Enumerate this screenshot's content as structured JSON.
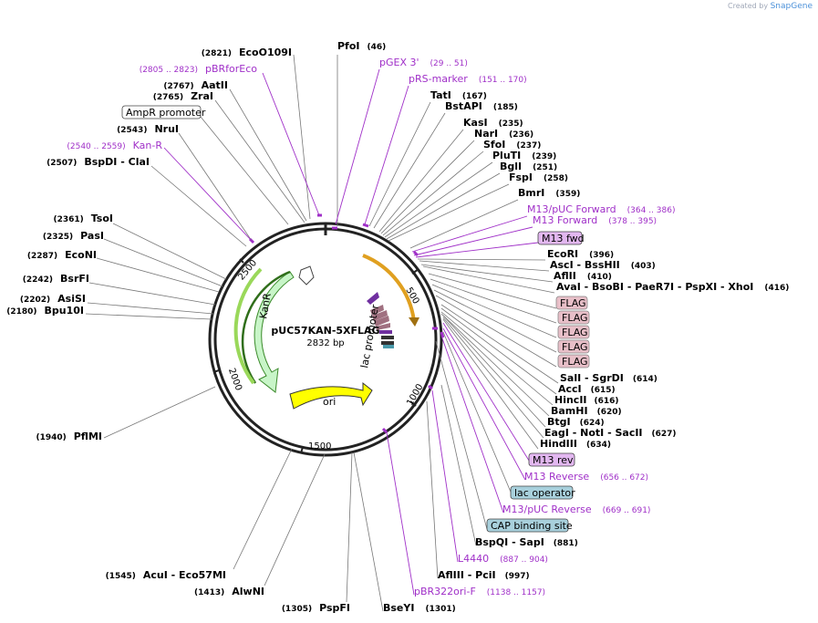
{
  "credit": {
    "prefix": "Created by",
    "brand": "SnapGene"
  },
  "map": {
    "name": "pUC57KAN-5XFLAG",
    "length": "2832 bp"
  },
  "ticks": [
    "500",
    "1000",
    "1500",
    "2000",
    "2500"
  ],
  "features": {
    "kanr": "KanR",
    "ori": "ori",
    "lac_promoter": "lac promoter"
  },
  "right_labels": [
    {
      "pos": "(46)",
      "name": "PfoI"
    },
    {
      "name": "pGEX 3'",
      "range": "(29 .. 51)"
    },
    {
      "name": "pRS-marker",
      "range": "(151 .. 170)"
    },
    {
      "name": "TatI",
      "pos": "(167)"
    },
    {
      "name": "BstAPI",
      "pos": "(185)"
    },
    {
      "name": "KasI",
      "pos": "(235)"
    },
    {
      "name": "NarI",
      "pos": "(236)"
    },
    {
      "name": "SfoI",
      "pos": "(237)"
    },
    {
      "name": "PluTI",
      "pos": "(239)"
    },
    {
      "name": "BglI",
      "pos": "(251)"
    },
    {
      "name": "FspI",
      "pos": "(258)"
    },
    {
      "name": "BmrI",
      "pos": "(359)"
    },
    {
      "name": "M13/pUC Forward",
      "range": "(364 .. 386)"
    },
    {
      "name": "M13 Forward",
      "range": "(378 .. 395)"
    },
    {
      "name": "M13 fwd"
    },
    {
      "name": "EcoRI",
      "pos": "(396)"
    },
    {
      "name": "AscI - BssHII",
      "pos": "(403)"
    },
    {
      "name": "AflII",
      "pos": "(410)"
    },
    {
      "name": "AvaI - BsoBI - PaeR7I - PspXI - XhoI",
      "pos": "(416)"
    },
    {
      "name": "FLAG"
    },
    {
      "name": "FLAG"
    },
    {
      "name": "FLAG"
    },
    {
      "name": "FLAG"
    },
    {
      "name": "FLAG"
    },
    {
      "name": "SalI - SgrDI",
      "pos": "(614)"
    },
    {
      "name": "AccI",
      "pos": "(615)"
    },
    {
      "name": "HincII",
      "pos": "(616)"
    },
    {
      "name": "BamHI",
      "pos": "(620)"
    },
    {
      "name": "BtgI",
      "pos": "(624)"
    },
    {
      "name": "EagI - NotI - SacII",
      "pos": "(627)"
    },
    {
      "name": "HindIII",
      "pos": "(634)"
    },
    {
      "name": "M13 rev"
    },
    {
      "name": "M13 Reverse",
      "range": "(656 .. 672)"
    },
    {
      "name": "lac operator"
    },
    {
      "name": "M13/pUC Reverse",
      "range": "(669 .. 691)"
    },
    {
      "name": "CAP binding site"
    },
    {
      "name": "BspQI - SapI",
      "pos": "(881)"
    },
    {
      "name": "L4440",
      "range": "(887 .. 904)"
    },
    {
      "name": "AflIII - PciI",
      "pos": "(997)"
    },
    {
      "name": "pBR322ori-F",
      "range": "(1138 .. 1157)"
    },
    {
      "name": "BseYI",
      "pos": "(1301)"
    }
  ],
  "left_labels": [
    {
      "pos": "(2821)",
      "name": "EcoO109I"
    },
    {
      "range": "(2805 .. 2823)",
      "name": "pBRforEco"
    },
    {
      "pos": "(2767)",
      "name": "AatII"
    },
    {
      "pos": "(2765)",
      "name": "ZraI"
    },
    {
      "name": "AmpR promoter"
    },
    {
      "pos": "(2543)",
      "name": "NruI"
    },
    {
      "range": "(2540 .. 2559)",
      "name": "Kan-R"
    },
    {
      "pos": "(2507)",
      "name": "BspDI - ClaI"
    },
    {
      "pos": "(2361)",
      "name": "TsoI"
    },
    {
      "pos": "(2325)",
      "name": "PasI"
    },
    {
      "pos": "(2287)",
      "name": "EcoNI"
    },
    {
      "pos": "(2242)",
      "name": "BsrFI"
    },
    {
      "pos": "(2202)",
      "name": "AsiSI"
    },
    {
      "pos": "(2180)",
      "name": "Bpu10I"
    },
    {
      "pos": "(1940)",
      "name": "PflMI"
    },
    {
      "pos": "(1545)",
      "name": "AcuI - Eco57MI"
    },
    {
      "pos": "(1413)",
      "name": "AlwNI"
    },
    {
      "pos": "(1305)",
      "name": "PspFI"
    }
  ]
}
